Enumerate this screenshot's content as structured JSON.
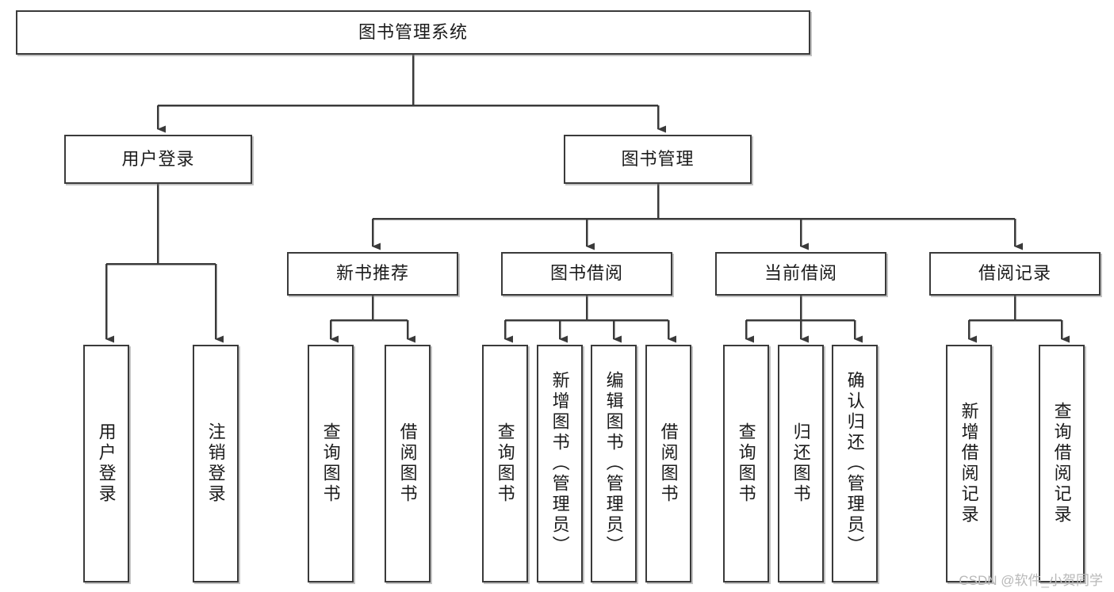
{
  "diagram": {
    "type": "tree",
    "title": "图书管理系统",
    "root": {
      "label": "图书管理系统",
      "id": "root"
    },
    "level2": [
      {
        "id": "user-login",
        "label": "用户登录"
      },
      {
        "id": "book-management",
        "label": "图书管理"
      }
    ],
    "level3": [
      {
        "id": "new-book-recommend",
        "label": "新书推荐",
        "parent": "book-management"
      },
      {
        "id": "book-borrow",
        "label": "图书借阅",
        "parent": "book-management"
      },
      {
        "id": "current-borrow",
        "label": "当前借阅",
        "parent": "book-management"
      },
      {
        "id": "borrow-record",
        "label": "借阅记录",
        "parent": "book-management"
      }
    ],
    "leaves": [
      {
        "id": "leaf-user-login",
        "label": "用户登录",
        "parent": "user-login"
      },
      {
        "id": "leaf-logout",
        "label": "注销登录",
        "parent": "user-login"
      },
      {
        "id": "leaf-query-book-1",
        "label": "查询图书",
        "parent": "new-book-recommend"
      },
      {
        "id": "leaf-borrow-book-1",
        "label": "借阅图书",
        "parent": "new-book-recommend"
      },
      {
        "id": "leaf-query-book-2",
        "label": "查询图书",
        "parent": "book-borrow"
      },
      {
        "id": "leaf-add-book",
        "label": "新增图书（管理员）",
        "parent": "book-borrow"
      },
      {
        "id": "leaf-edit-book",
        "label": "编辑图书（管理员）",
        "parent": "book-borrow"
      },
      {
        "id": "leaf-borrow-book-2",
        "label": "借阅图书",
        "parent": "book-borrow"
      },
      {
        "id": "leaf-query-book-3",
        "label": "查询图书",
        "parent": "current-borrow"
      },
      {
        "id": "leaf-return-book",
        "label": "归还图书",
        "parent": "current-borrow"
      },
      {
        "id": "leaf-confirm-return",
        "label": "确认归还（管理员）",
        "parent": "current-borrow"
      },
      {
        "id": "leaf-add-record",
        "label": "新增借阅记录",
        "parent": "borrow-record"
      },
      {
        "id": "leaf-query-record",
        "label": "查询借阅记录",
        "parent": "borrow-record"
      }
    ]
  },
  "watermark": {
    "text": "CSDN @软件_小贺同学"
  },
  "colors": {
    "stroke": "#3a3a3a",
    "box_fill": "#ffffff",
    "text": "#1b1b1b",
    "watermark": "#b8b8b8",
    "background": "#ffffff"
  }
}
